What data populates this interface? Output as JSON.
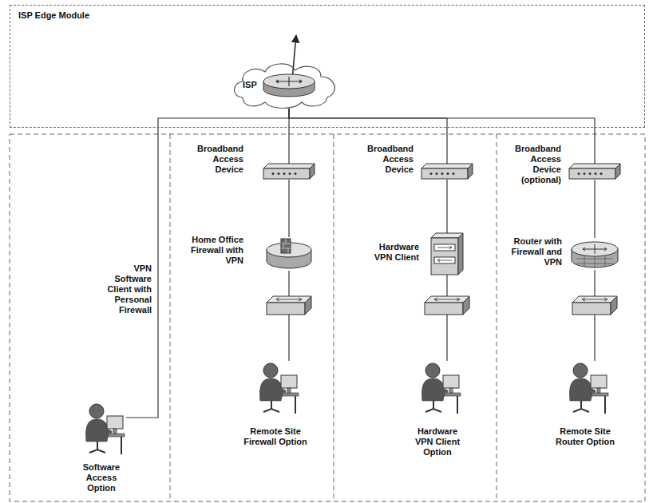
{
  "diagram": {
    "nodes": [
      {
        "text": [
          "ISP Edge Module"
        ]
      },
      {
        "text": [
          "ISP"
        ],
        "in": 0
      },
      {
        "text": [
          "Software Access Option"
        ]
      },
      {
        "text": [
          "Broadband Access Device"
        ]
      },
      {
        "text": [
          "Home Office Firewall with VPN"
        ]
      },
      {
        "text": [
          "Remote Site Firewall Option"
        ]
      },
      {
        "text": [
          "Broadband Access Device"
        ]
      },
      {
        "text": [
          "Hardware VPN Client"
        ]
      },
      {
        "text": [
          "Hardware VPN Client Option"
        ]
      },
      {
        "text": [
          "Broadband Access Device (optional)"
        ]
      },
      {
        "text": [
          "Router with Firewall and VPN"
        ]
      },
      {
        "text": [
          "Remote Site Router Option"
        ]
      }
    ],
    "edges": [
      {
        "from": 1,
        "to": 2,
        "arrow": "none",
        "label": "VPN Software Client with Personal Firewall"
      },
      {
        "from": 1,
        "to": 3,
        "arrow": "none"
      },
      {
        "from": 3,
        "to": 4,
        "arrow": "none"
      },
      {
        "from": 4,
        "to": 5,
        "arrow": "none"
      },
      {
        "from": 1,
        "to": 6,
        "arrow": "none"
      },
      {
        "from": 6,
        "to": 7,
        "arrow": "none"
      },
      {
        "from": 7,
        "to": 8,
        "arrow": "none"
      },
      {
        "from": 1,
        "to": 9,
        "arrow": "none"
      },
      {
        "from": 9,
        "to": 10,
        "arrow": "none"
      },
      {
        "from": 10,
        "to": 11,
        "arrow": "none"
      }
    ]
  }
}
